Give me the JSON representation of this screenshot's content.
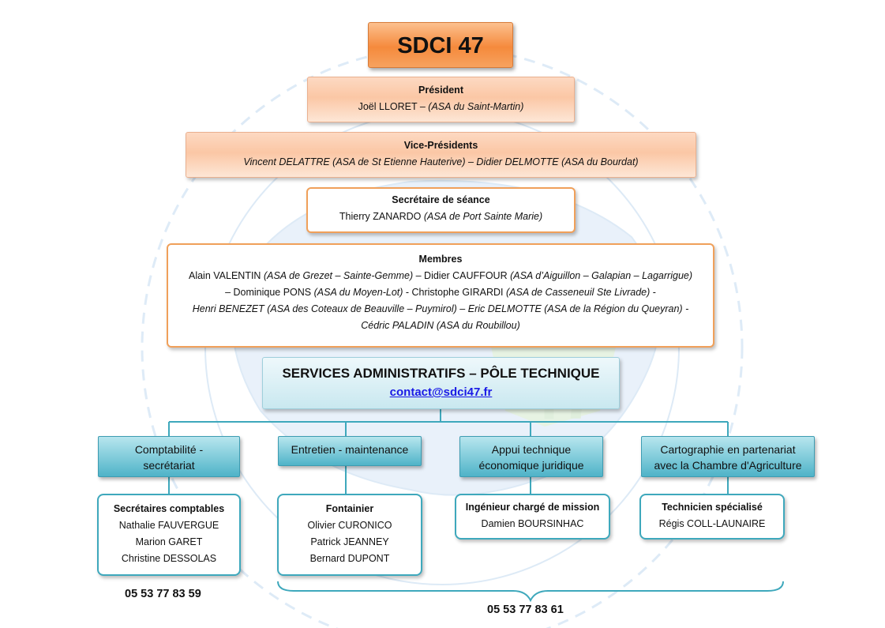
{
  "title": "SDCI 47",
  "president": {
    "heading": "Président",
    "name": "Joël LLORET – ",
    "asa": "(ASA du Saint-Martin)"
  },
  "vice_presidents": {
    "heading": "Vice-Présidents",
    "line": "Vincent DELATTRE (ASA de St Etienne Hauterive) – Didier DELMOTTE (ASA du Bourdat)"
  },
  "secretary": {
    "heading": "Secrétaire de séance",
    "name": "Thierry ZANARDO  ",
    "asa": "(ASA de Port Sainte Marie)"
  },
  "members": {
    "heading": "Membres",
    "lines": [
      [
        "Alain VALENTIN ",
        "(ASA de Grezet – Sainte-Gemme)",
        " – Didier CAUFFOUR ",
        "(ASA d’Aiguillon – Galapian – Lagarrigue)"
      ],
      [
        "– Dominique PONS ",
        "(ASA du Moyen-Lot)",
        " - Christophe GIRARDI ",
        "(ASA de Casseneuil Ste Livrade)",
        " -"
      ],
      [
        "Henri BENEZET ",
        "(ASA des Coteaux de Beauville – Puymirol)",
        " – Eric DELMOTTE ",
        "(ASA de la Région du Queyran)",
        " -"
      ],
      [
        "Cédric PALADIN ",
        "(ASA du Roubillou)"
      ]
    ]
  },
  "services": {
    "heading": "SERVICES ADMINISTRATIFS  – PÔLE TECHNIQUE",
    "email": "contact@sdci47.fr"
  },
  "poles": [
    {
      "label_lines": [
        "Comptabilité -",
        "secrétariat"
      ]
    },
    {
      "label_lines": [
        "Entretien - maintenance"
      ]
    },
    {
      "label_lines": [
        "Appui technique",
        "économique juridique"
      ]
    },
    {
      "label_lines": [
        "Cartographie en partenariat",
        "avec la Chambre d'Agriculture"
      ]
    }
  ],
  "staff": [
    {
      "heading": "Secrétaires comptables",
      "names": [
        "Nathalie FAUVERGUE",
        "Marion GARET",
        "Christine DESSOLAS"
      ]
    },
    {
      "heading": "Fontainier",
      "names": [
        "Olivier CURONICO",
        "Patrick JEANNEY",
        "Bernard DUPONT"
      ]
    },
    {
      "heading": "Ingénieur chargé de mission",
      "names": [
        "Damien BOURSINHAC"
      ]
    },
    {
      "heading": "Technicien spécialisé",
      "names": [
        "Régis COLL-LAUNAIRE"
      ]
    }
  ],
  "phones": {
    "accounting": "05 53 77 83 59",
    "technical": "05 53 77 83 61"
  },
  "colors": {
    "orange_accent": "#f58a3c",
    "orange_outline": "#f0a05a",
    "teal_accent": "#3ea8bc",
    "link_blue": "#1a1ae6"
  }
}
